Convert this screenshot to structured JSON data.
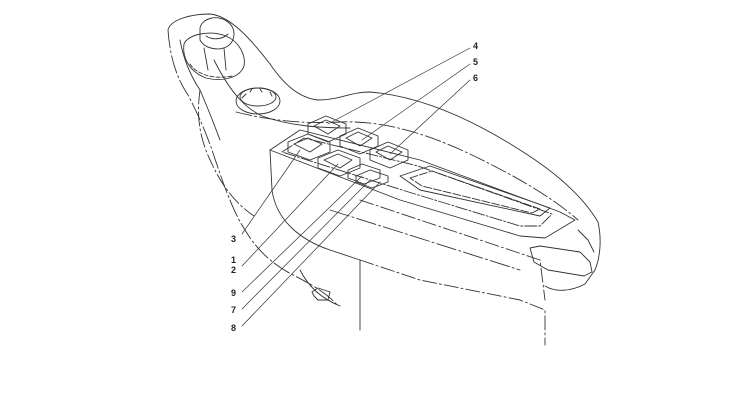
{
  "diagram": {
    "callouts": [
      {
        "id": "c4",
        "label": "4"
      },
      {
        "id": "c5",
        "label": "5"
      },
      {
        "id": "c6",
        "label": "6"
      },
      {
        "id": "c3",
        "label": "3"
      },
      {
        "id": "c1",
        "label": "1"
      },
      {
        "id": "c2",
        "label": "2"
      },
      {
        "id": "c9",
        "label": "9"
      },
      {
        "id": "c7",
        "label": "7"
      },
      {
        "id": "c8",
        "label": "8"
      }
    ],
    "colors": {
      "line": "#333333",
      "background": "#ffffff"
    }
  }
}
